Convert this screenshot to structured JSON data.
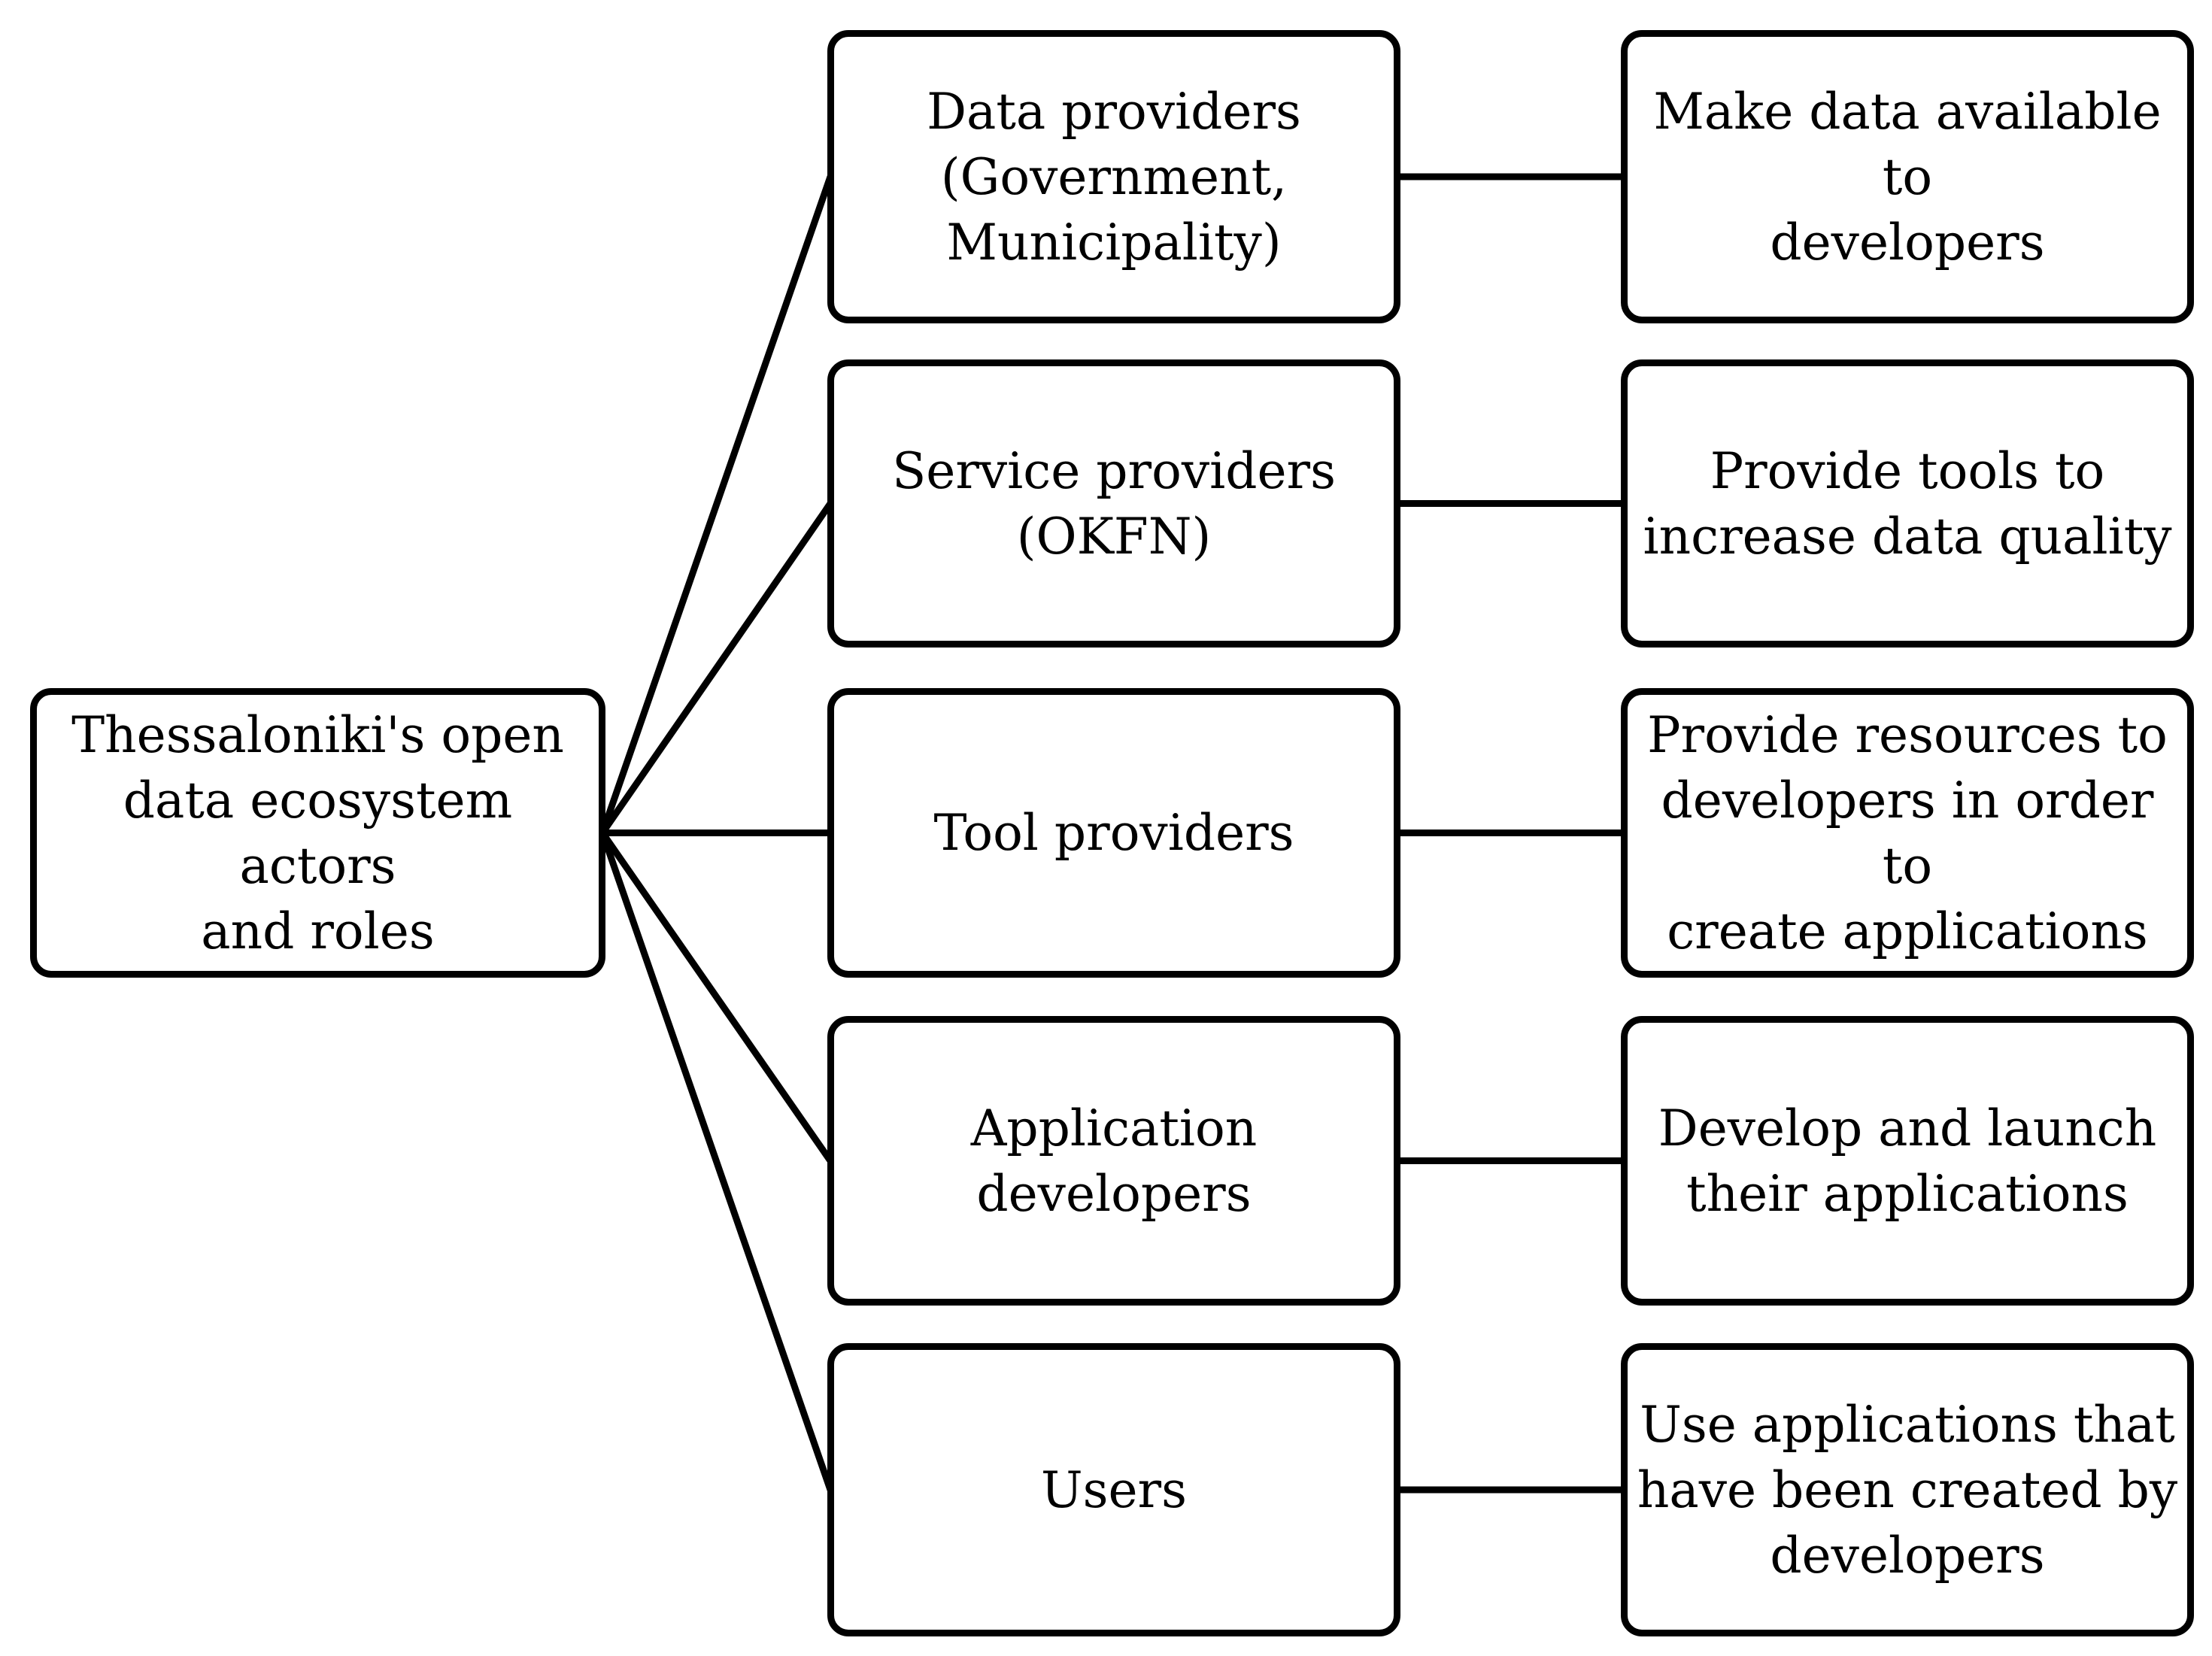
{
  "diagram": {
    "root": {
      "lines": [
        "Thessaloniki's open",
        "data ecosystem actors",
        "and roles"
      ]
    },
    "actors": [
      {
        "lines": [
          "Data providers",
          "(Government,",
          "Municipality)"
        ]
      },
      {
        "lines": [
          "Service providers",
          "(OKFN)"
        ]
      },
      {
        "lines": [
          "Tool providers"
        ]
      },
      {
        "lines": [
          "Application",
          "developers"
        ]
      },
      {
        "lines": [
          "Users"
        ]
      }
    ],
    "roles": [
      {
        "lines": [
          "Make data available to",
          "developers"
        ]
      },
      {
        "lines": [
          "Provide tools to",
          "increase data quality"
        ]
      },
      {
        "lines": [
          "Provide resources to",
          "developers in order to",
          "create applications"
        ]
      },
      {
        "lines": [
          "Develop and launch",
          "their applications"
        ]
      },
      {
        "lines": [
          "Use applications that",
          "have been created by",
          "developers"
        ]
      }
    ],
    "edges": [
      {
        "from": "root",
        "to": "actor-0"
      },
      {
        "from": "root",
        "to": "actor-1"
      },
      {
        "from": "root",
        "to": "actor-2"
      },
      {
        "from": "root",
        "to": "actor-3"
      },
      {
        "from": "root",
        "to": "actor-4"
      },
      {
        "from": "actor-0",
        "to": "role-0"
      },
      {
        "from": "actor-1",
        "to": "role-1"
      },
      {
        "from": "actor-2",
        "to": "role-2"
      },
      {
        "from": "actor-3",
        "to": "role-3"
      },
      {
        "from": "actor-4",
        "to": "role-4"
      }
    ],
    "colors": {
      "stroke": "#000000",
      "fill": "#ffffff",
      "text": "#000000"
    }
  }
}
